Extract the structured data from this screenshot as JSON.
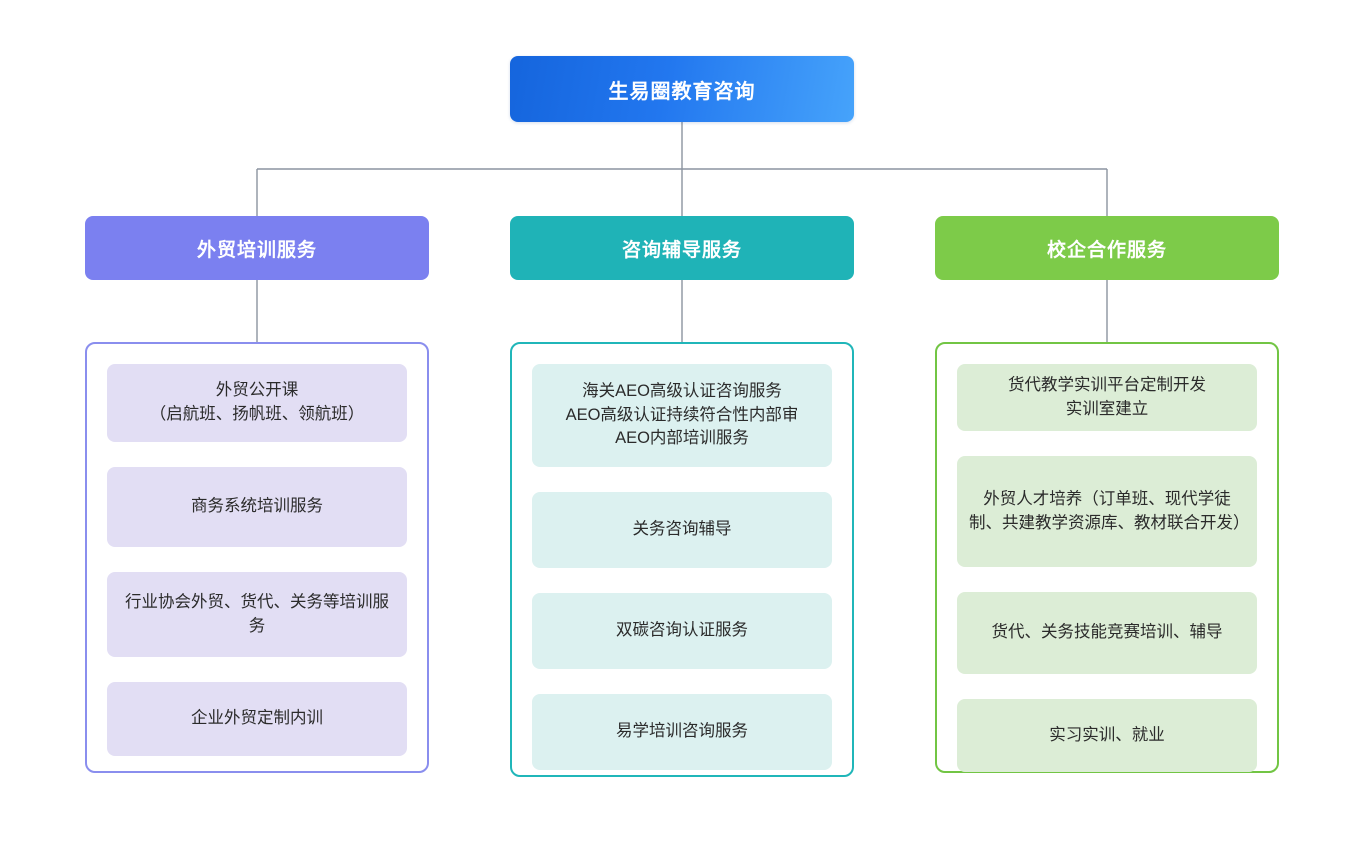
{
  "diagram": {
    "type": "org-chart",
    "orientation": "top-down",
    "background": "#FFFFFF",
    "connector_color": "#8C94A0",
    "root": {
      "label": "生易圈教育咨询",
      "color_start": "#1565DD",
      "color_end": "#46A3FB",
      "text_color": "#FFFFFF"
    },
    "branches": [
      {
        "id": "branch-waimao-peixun",
        "label": "外贸培训服务",
        "header_color": "#7B80F0",
        "border_color": "#8A8EEE",
        "chip_color": "#E2DEF4",
        "text_color": "#FFFFFF",
        "items": [
          "外贸公开课\n（启航班、扬帆班、领航班）",
          "商务系统培训服务",
          "行业协会外贸、货代、关务等培训服务",
          "企业外贸定制内训"
        ]
      },
      {
        "id": "branch-zixun-fudao",
        "label": "咨询辅导服务",
        "header_color": "#1FB3B7",
        "border_color": "#20B6B9",
        "chip_color": "#DCF1F0",
        "text_color": "#FFFFFF",
        "items": [
          "海关AEO高级认证咨询服务\nAEO高级认证持续符合性内部审\nAEO内部培训服务",
          "关务咨询辅导",
          "双碳咨询认证服务",
          "易学培训咨询服务"
        ]
      },
      {
        "id": "branch-xiaoqi-hezuo",
        "label": "校企合作服务",
        "header_color": "#7DCB49",
        "border_color": "#72C544",
        "chip_color": "#DCEDD6",
        "text_color": "#FFFFFF",
        "items": [
          "货代教学实训平台定制开发\n实训室建立",
          "外贸人才培养（订单班、现代学徒制、共建教学资源库、教材联合开发）",
          "货代、关务技能竞赛培训、辅导",
          "实习实训、就业"
        ]
      }
    ]
  }
}
